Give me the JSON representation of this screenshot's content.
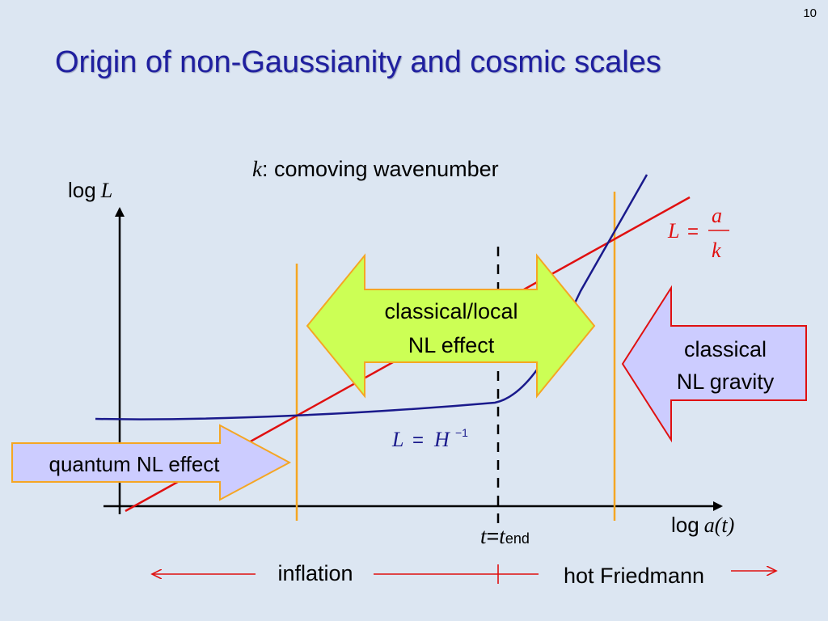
{
  "page_number": "10",
  "title": "Origin of non-Gaussianity and cosmic scales",
  "axes": {
    "y_label_prefix": "log",
    "y_label_var": "L",
    "x_label_prefix": "log",
    "x_label_var": "a",
    "x_label_paren_open": "(",
    "x_label_arg": "t",
    "x_label_paren_close": ")"
  },
  "wavenumber_note": {
    "symbol": "k",
    "text": ": comoving wavenumber"
  },
  "curves": {
    "red_line_label": {
      "lhs": "L",
      "eq": "=",
      "num": "a",
      "den": "k",
      "color": "#e01010"
    },
    "blue_curve_label": {
      "lhs": "L",
      "eq": "=",
      "rhs": "H",
      "exp": "−1",
      "color": "#1a1a8c"
    }
  },
  "time_marker": {
    "t": "t",
    "eq": "=",
    "t2": "t",
    "sub": "end"
  },
  "arrows": {
    "quantum": {
      "text": "quantum NL effect",
      "fill": "#ccccff",
      "stroke": "#f5a623"
    },
    "classical_local": {
      "line1": "classical/local",
      "line2": "NL effect",
      "fill": "#ccff55",
      "stroke": "#f5a623"
    },
    "classical_gravity": {
      "line1": "classical",
      "line2": "NL gravity",
      "fill": "#ccccff",
      "stroke": "#e01010"
    }
  },
  "eras": {
    "inflation": "inflation",
    "hot_friedmann": "hot Friedmann"
  },
  "colors": {
    "background": "#dce6f2",
    "title": "#1f1f9f",
    "red": "#e01010",
    "blue": "#1a1a8c",
    "orange": "#f5a623"
  }
}
